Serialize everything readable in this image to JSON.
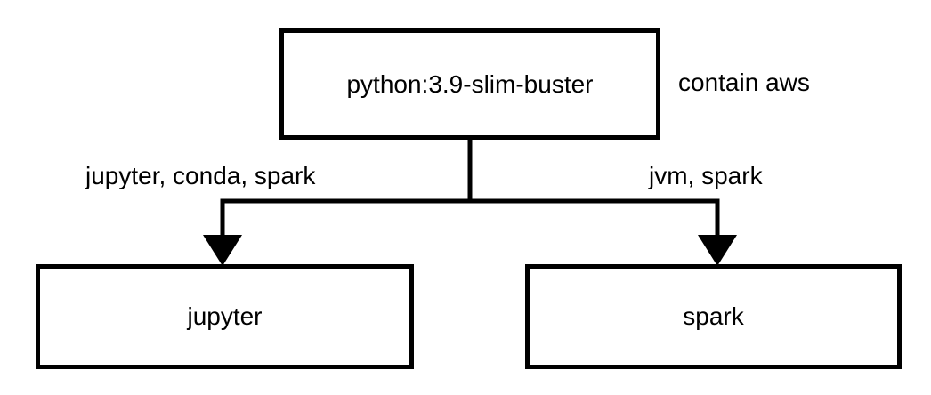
{
  "diagram": {
    "nodes": {
      "root": {
        "label": "python:3.9-slim-buster"
      },
      "left": {
        "label": "jupyter"
      },
      "right": {
        "label": "spark"
      }
    },
    "annotations": {
      "root_note": "contain aws"
    },
    "edges": {
      "left_edge": {
        "label": "jupyter, conda, spark"
      },
      "right_edge": {
        "label": "jvm, spark"
      }
    },
    "colors": {
      "stroke": "#000000",
      "background": "#ffffff",
      "text": "#000000"
    }
  }
}
